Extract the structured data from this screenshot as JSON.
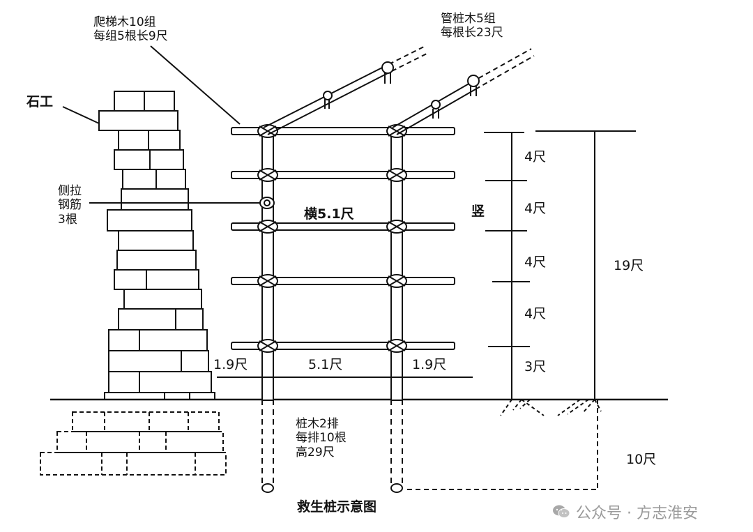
{
  "labels": {
    "stonework": "石工",
    "ladder_wood_line1": "爬梯木10组",
    "ladder_wood_line2": "每组5根长9尺",
    "pipe_pile_line1": "管桩木5组",
    "pipe_pile_line2": "每根长23尺",
    "side_tie_line1": "侧拉",
    "side_tie_line2": "钢筋",
    "side_tie_line3": "3根",
    "horizontal": "横5.1尺",
    "vertical": "竖",
    "seg1": "4尺",
    "seg2": "4尺",
    "seg3": "4尺",
    "seg4": "4尺",
    "seg5": "3尺",
    "total_height": "19尺",
    "left_overhang": "1.9尺",
    "middle_span": "5.1尺",
    "right_overhang": "1.9尺",
    "pile_line1": "桩木2排",
    "pile_line2": "每排10根",
    "pile_line3": "高29尺",
    "depth": "10尺",
    "caption": "救生桩示意图",
    "watermark": "公众号 · 方志淮安"
  },
  "icons": {
    "watermark_icon": "wechat-icon"
  }
}
